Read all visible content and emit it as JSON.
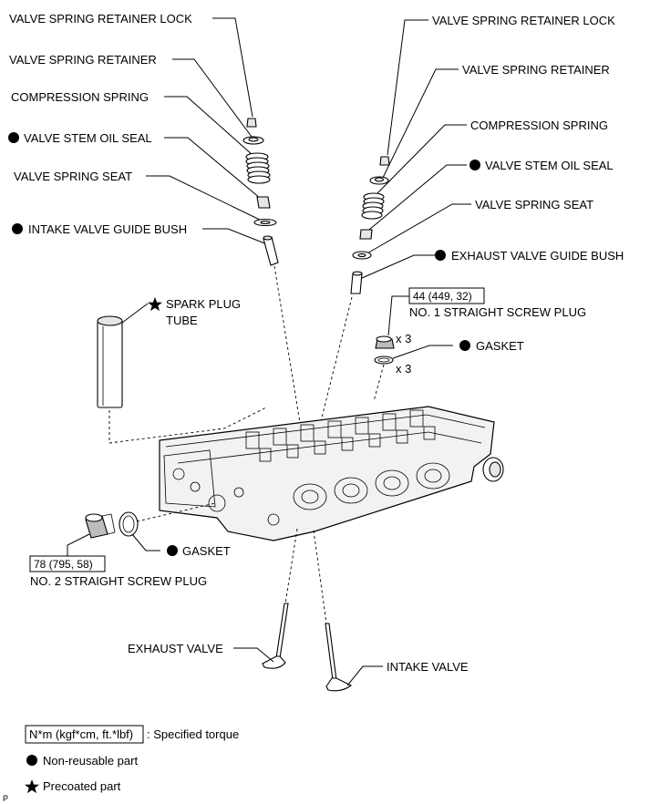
{
  "labels": {
    "l_retainer_lock": "VALVE SPRING RETAINER LOCK",
    "l_retainer": "VALVE SPRING RETAINER",
    "l_spring": "COMPRESSION SPRING",
    "l_oil_seal": "VALVE STEM OIL SEAL",
    "l_spring_seat": "VALVE SPRING SEAT",
    "l_intake_bush": "INTAKE VALVE GUIDE BUSH",
    "l_spark_tube_1": "SPARK PLUG",
    "l_spark_tube_2": "TUBE",
    "r_retainer_lock": "VALVE SPRING RETAINER LOCK",
    "r_retainer": "VALVE SPRING RETAINER",
    "r_spring": "COMPRESSION SPRING",
    "r_oil_seal": "VALVE STEM OIL SEAL",
    "r_spring_seat": "VALVE SPRING SEAT",
    "r_exhaust_bush": "EXHAUST VALVE GUIDE BUSH",
    "plug1_torque": "44 (449, 32)",
    "plug1_name": "NO. 1 STRAIGHT SCREW PLUG",
    "plug1_qty": "x 3",
    "gasket1": "GASKET",
    "gasket1_qty": "x 3",
    "plug2_torque": "78 (795, 58)",
    "plug2_name": "NO. 2 STRAIGHT SCREW PLUG",
    "gasket2": "GASKET",
    "exhaust_valve": "EXHAUST VALVE",
    "intake_valve": "INTAKE VALVE"
  },
  "legend": {
    "torque_box": "N*m (kgf*cm, ft.*lbf)",
    "torque_desc": ": Specified torque",
    "non_reusable": "Non-reusable part",
    "precoated": "Precoated part"
  },
  "corner_mark": "P"
}
